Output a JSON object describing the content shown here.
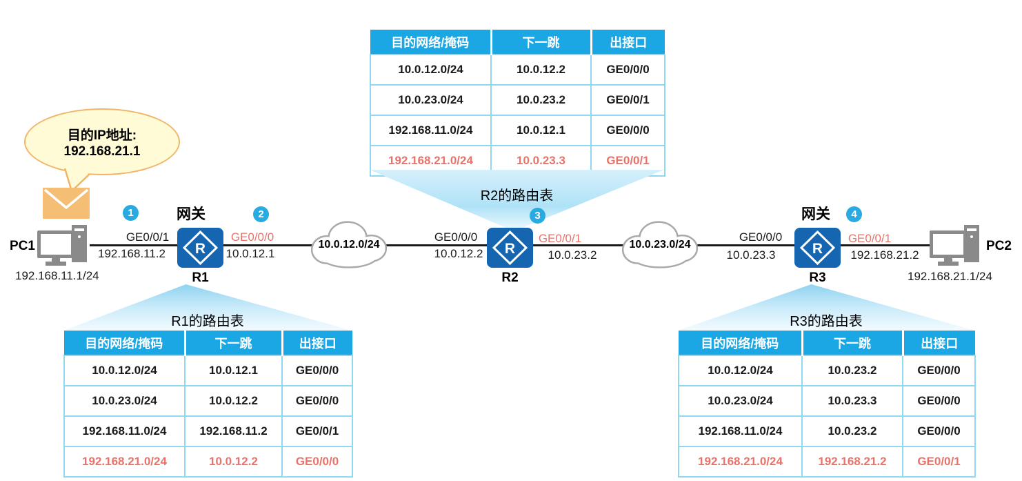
{
  "bubble": {
    "line1": "目的IP地址:",
    "line2": "192.168.21.1"
  },
  "tables": {
    "headers": [
      "目的网络/掩码",
      "下一跳",
      "出接口"
    ],
    "r1": {
      "title": "R1的路由表",
      "rows": [
        [
          "10.0.12.0/24",
          "10.0.12.1",
          "GE0/0/0"
        ],
        [
          "10.0.23.0/24",
          "10.0.12.2",
          "GE0/0/0"
        ],
        [
          "192.168.11.0/24",
          "192.168.11.2",
          "GE0/0/1"
        ],
        [
          "192.168.21.0/24",
          "10.0.12.2",
          "GE0/0/0"
        ]
      ]
    },
    "r2": {
      "title": "R2的路由表",
      "rows": [
        [
          "10.0.12.0/24",
          "10.0.12.2",
          "GE0/0/0"
        ],
        [
          "10.0.23.0/24",
          "10.0.23.2",
          "GE0/0/1"
        ],
        [
          "192.168.11.0/24",
          "10.0.12.1",
          "GE0/0/0"
        ],
        [
          "192.168.21.0/24",
          "10.0.23.3",
          "GE0/0/1"
        ]
      ]
    },
    "r3": {
      "title": "R3的路由表",
      "rows": [
        [
          "10.0.12.0/24",
          "10.0.23.2",
          "GE0/0/0"
        ],
        [
          "10.0.23.0/24",
          "10.0.23.3",
          "GE0/0/0"
        ],
        [
          "192.168.11.0/24",
          "10.0.23.2",
          "GE0/0/0"
        ],
        [
          "192.168.21.0/24",
          "192.168.21.2",
          "GE0/0/1"
        ]
      ]
    }
  },
  "nodes": {
    "pc1": {
      "label": "PC1",
      "ip": "192.168.11.1/24"
    },
    "pc2": {
      "label": "PC2",
      "ip": "192.168.21.1/24"
    },
    "r1": {
      "label": "R1",
      "gateway": "网关"
    },
    "r2": {
      "label": "R2"
    },
    "r3": {
      "label": "R3",
      "gateway": "网关"
    }
  },
  "clouds": [
    {
      "label": "10.0.12.0/24"
    },
    {
      "label": "10.0.23.0/24"
    }
  ],
  "links": [
    {
      "iface": "GE0/0/1",
      "ip": "192.168.11.2"
    },
    {
      "iface": "GE0/0/0",
      "ip": "10.0.12.1"
    },
    {
      "iface": "GE0/0/0",
      "ip": "10.0.12.2"
    },
    {
      "iface": "GE0/0/1",
      "ip": "10.0.23.2"
    },
    {
      "iface": "GE0/0/0",
      "ip": "10.0.23.3"
    },
    {
      "iface": "GE0/0/1",
      "ip": "192.168.21.2"
    }
  ],
  "steps": [
    "1",
    "2",
    "3",
    "4"
  ],
  "colors": {
    "table_header_blue": "#1BA7E3",
    "table_border_blue": "#8ED9F2",
    "highlight_red": "#E8736B",
    "router_blue": "#1565B0",
    "step_circle_cyan": "#29ABE2",
    "cloud_gray": "#A9A9A9",
    "envelope_orange": "#F4BE75",
    "bubble_fill": "#FEFBD6",
    "bubble_border": "#F1B568"
  }
}
